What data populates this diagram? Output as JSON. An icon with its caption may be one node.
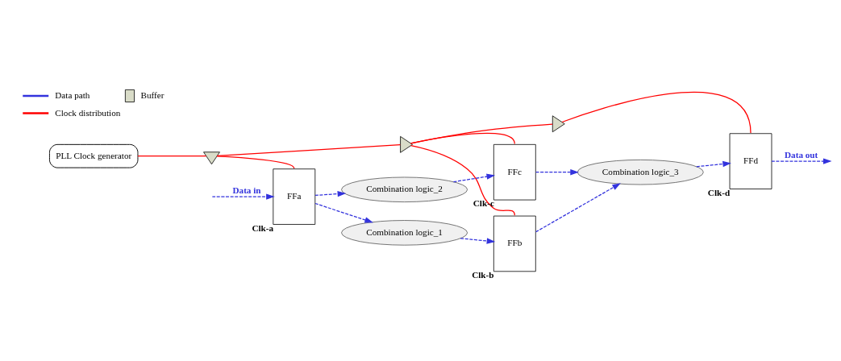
{
  "diagram": {
    "nodes": [
      {
        "text": [
          "PLL Clock generator"
        ]
      },
      {
        "text": [],
        "shape": "triangle"
      },
      {
        "text": [],
        "shape": "triangle"
      },
      {
        "text": [],
        "shape": "triangle"
      },
      {
        "text": [
          "FFa"
        ],
        "beside": [
          "Clk-a"
        ]
      },
      {
        "text": [
          "Combination logic_1"
        ]
      },
      {
        "text": [
          "Combination logic_2"
        ]
      },
      {
        "text": [
          "FFb"
        ],
        "beside": [
          "Clk-b"
        ]
      },
      {
        "text": [
          "FFc"
        ],
        "beside": [
          "Clk-c"
        ]
      },
      {
        "text": [
          "Combination logic_3"
        ]
      },
      {
        "text": [
          "FFd"
        ],
        "beside": [
          "Clk-d"
        ]
      }
    ],
    "edges": [
      {
        "from": 0,
        "to": 1,
        "arrow": "none",
        "color": "#ff0000"
      },
      {
        "from": 1,
        "to": 4,
        "arrow": "none",
        "color": "#ff0000"
      },
      {
        "from": 1,
        "to": 2,
        "arrow": "none",
        "color": "#ff0000"
      },
      {
        "from": 2,
        "to": 7,
        "arrow": "none",
        "color": "#ff0000"
      },
      {
        "from": 2,
        "to": 8,
        "arrow": "none",
        "color": "#ff0000"
      },
      {
        "from": 2,
        "to": 3,
        "arrow": "none",
        "color": "#ff0000"
      },
      {
        "from": 3,
        "to": 10,
        "arrow": "none",
        "color": "#ff0000"
      },
      {
        "from": null,
        "to": 4,
        "arrow": "to",
        "style": "dashed",
        "label": "Data in"
      },
      {
        "from": 4,
        "to": 5,
        "arrow": "to",
        "style": "dashed"
      },
      {
        "from": 4,
        "to": 6,
        "arrow": "to",
        "style": "dashed"
      },
      {
        "from": 5,
        "to": 7,
        "arrow": "to",
        "style": "dashed"
      },
      {
        "from": 6,
        "to": 8,
        "arrow": "to",
        "style": "dashed"
      },
      {
        "from": 7,
        "to": 9,
        "arrow": "to",
        "style": "dashed"
      },
      {
        "from": 8,
        "to": 9,
        "arrow": "to",
        "style": "dashed"
      },
      {
        "from": 9,
        "to": 10,
        "arrow": "to",
        "style": "dashed"
      },
      {
        "from": 10,
        "to": null,
        "arrow": "to",
        "style": "dashed",
        "label": "Data out"
      }
    ],
    "legend": [
      {
        "text": "Data path"
      },
      {
        "text": "Buffer"
      },
      {
        "text": "Clock distribution"
      }
    ]
  }
}
